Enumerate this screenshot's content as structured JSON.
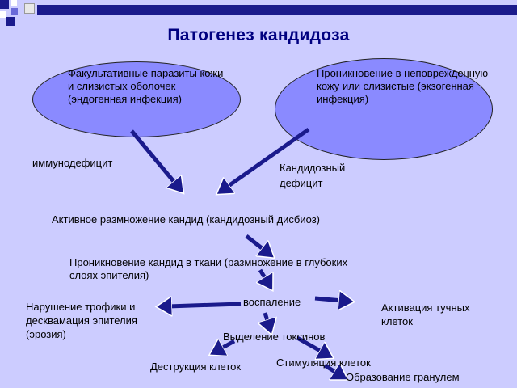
{
  "title": "Патогенез кандидоза",
  "nodes": {
    "endogenous": "Факультативные паразиты кожи и слизистых оболочек (эндогенная инфекция)",
    "exogenous": "Проникновение в неповрежденную кожу или слизистые (экзогенная инфекция)",
    "immunodeficit": "иммунодефицит",
    "candida_deficit": "Кандидозный дефицит",
    "active_reproduction": "Активное размножение кандид (кандидозный дисбиоз)",
    "tissue_penetration": "Проникновение кандид в ткани (размножение в глубоких слоях эпителия)",
    "inflammation": "воспаление",
    "trophic_disorder": "Нарушение трофики и десквамация эпителия (эрозия)",
    "mast_activation": "Активация тучных клеток",
    "toxin_release": "Выделение токсинов",
    "cell_destruction": "Деструкция клеток",
    "cell_stimulation": "Стимуляция клеток",
    "granuloma": "Образование гранулем"
  },
  "colors": {
    "background": "#ccccff",
    "ellipse_fill": "#8a8aff",
    "title": "#000080",
    "arrow": "#1a1a8c"
  }
}
